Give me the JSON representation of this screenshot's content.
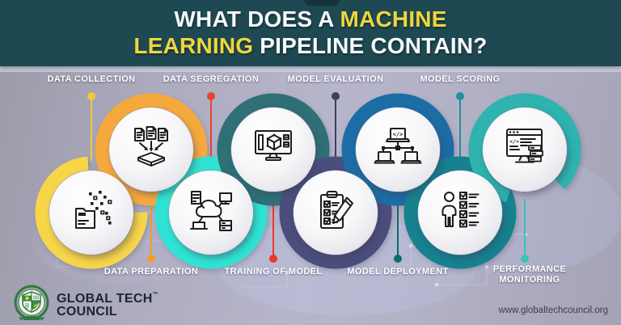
{
  "header": {
    "line1_white": "WHAT DOES A ",
    "line1_yellow": "MACHINE",
    "line2_yellow": "LEARNING",
    "line2_white": " PIPELINE CONTAIN?",
    "bg_color": "#1e4852",
    "accent_color": "#f0d53c"
  },
  "stages": [
    {
      "label": "DATA COLLECTION",
      "row": "top",
      "icon": "folder-data-points-icon",
      "ring_color": "#f6d54a",
      "connector_color": "#f1c93d"
    },
    {
      "label": "DATA PREPARATION",
      "row": "bottom",
      "icon": "documents-into-box-icon",
      "ring_color": "#f5a93c",
      "connector_color": "#f49b2d"
    },
    {
      "label": "DATA SEGREGATION",
      "row": "top",
      "icon": "cloud-device-network-icon",
      "ring_color": "#2ee3d3",
      "connector_color": "#e8432d"
    },
    {
      "label": "TRAINING OF MODEL",
      "row": "bottom",
      "icon": "monitor-3d-cube-icon",
      "ring_color": "#2f7076",
      "connector_color": "#e83a2d"
    },
    {
      "label": "MODEL EVALUATION",
      "row": "top",
      "icon": "clipboard-checklist-pencil-icon",
      "ring_color": "#4b4e7d",
      "connector_color": "#3d3f63"
    },
    {
      "label": "MODEL DEPLOYMENT",
      "row": "bottom",
      "icon": "code-deploy-laptops-icon",
      "ring_color": "#1e6da4",
      "connector_color": "#0e6a73"
    },
    {
      "label": "MODEL SCORING",
      "row": "top",
      "icon": "person-checklist-icon",
      "ring_color": "#16818f",
      "connector_color": "#20909c"
    },
    {
      "label": "PERFORMANCE MONITORING",
      "row": "bottom",
      "icon": "browser-code-monitor-icon",
      "ring_color": "#2db3af",
      "connector_color": "#38c4b9"
    }
  ],
  "icons": {
    "code_glyph": "</>"
  },
  "footer": {
    "brand_line1": "GLOBAL TECH",
    "brand_tm": "™",
    "brand_line2": "COUNCIL",
    "website": "www.globaltechcouncil.org",
    "logo_green": "#2e7a3f"
  },
  "background_color": "#b2b0c4"
}
